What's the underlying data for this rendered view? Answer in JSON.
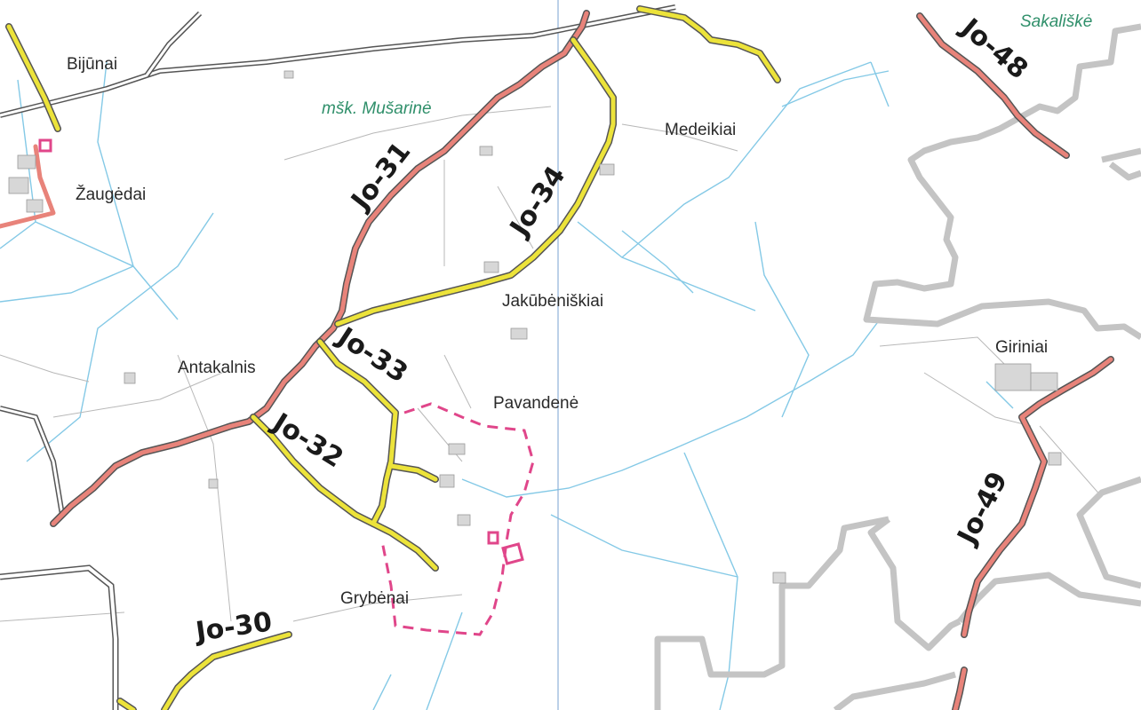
{
  "places": {
    "bijunai": "Bijūnai",
    "zaugedai": "Žaugėdai",
    "medeikiai": "Medeikiai",
    "jakubeniskiai": "Jakūbėniškiai",
    "antakalnis": "Antakalnis",
    "pavandene": "Pavandenė",
    "giriniai": "Giriniai",
    "grybenai": "Grybėnai"
  },
  "forests": {
    "musarine": "mšk. Mušarinė",
    "sakaliske": "Sakališkė"
  },
  "roads": {
    "jo30": "Jo-30",
    "jo31": "Jo-31",
    "jo32": "Jo-32",
    "jo33": "Jo-33",
    "jo34": "Jo-34",
    "jo48": "Jo-48",
    "jo49": "Jo-49"
  },
  "colors": {
    "regional_road": "#e8837a",
    "local_road": "#ece33a",
    "boundary": "#c9c9c9",
    "water": "#7fc8e6",
    "project_area": "#e0468a",
    "main_road": "#444444"
  },
  "icons": {
    "project_area": "dashed-boundary"
  }
}
